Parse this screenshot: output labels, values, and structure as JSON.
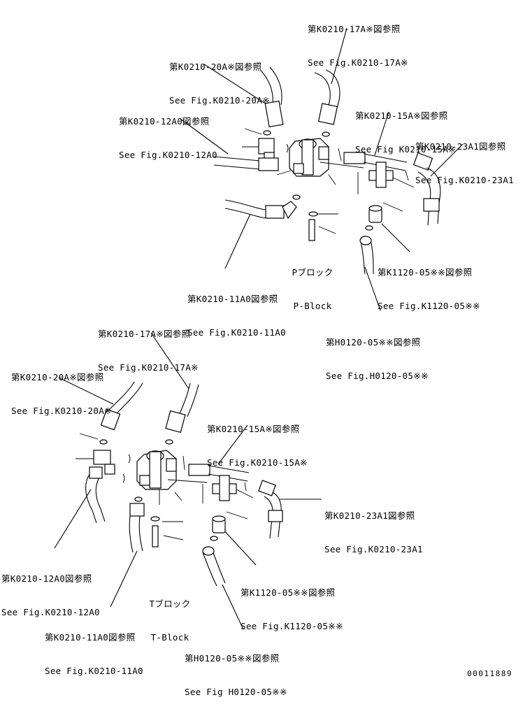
{
  "p_block": {
    "title_jp": "Pブロック",
    "title_en": "P-Block",
    "refs": [
      {
        "id": "k0210-17a",
        "jp": "第K0210-17A※図参照",
        "en": "See Fig.K0210-17A※"
      },
      {
        "id": "k0210-20a",
        "jp": "第K0210-20A※図参照",
        "en": "See Fig.K0210-20A※"
      },
      {
        "id": "k0210-12a0",
        "jp": "第K0210-12A0図参照",
        "en": "See Fig.K0210-12A0"
      },
      {
        "id": "k0210-15a",
        "jp": "第K0210-15A※図参照",
        "en": "See Fig K0210-15A※"
      },
      {
        "id": "k0210-23a1",
        "jp": "第K0210-23A1図参照",
        "en": "See Fig.K0210-23A1"
      },
      {
        "id": "k1120-05",
        "jp": "第K1120-05※※図参照",
        "en": "See Fig.K1120-05※※"
      },
      {
        "id": "k0210-11a0",
        "jp": "第K0210-11A0図参照",
        "en": "See Fig.K0210-11A0"
      },
      {
        "id": "h0120-05",
        "jp": "第H0120-05※※図参照",
        "en": "See Fig.H0120-05※※"
      }
    ]
  },
  "t_block": {
    "title_jp": "Tブロック",
    "title_en": "T-Block",
    "refs": [
      {
        "id": "k0210-17a",
        "jp": "第K0210-17A※図参照",
        "en": "See Fig.K0210-17A※"
      },
      {
        "id": "k0210-20a",
        "jp": "第K0210-20A※図参照",
        "en": "See Fig.K0210-20A※"
      },
      {
        "id": "k0210-15a",
        "jp": "第K0210-15A※図参照",
        "en": "See Fig.K0210-15A※"
      },
      {
        "id": "k0210-23a1",
        "jp": "第K0210-23A1図参照",
        "en": "See Fig.K0210-23A1"
      },
      {
        "id": "k0210-12a0",
        "jp": "第K0210-12A0図参照",
        "en": "See Fig.K0210-12A0"
      },
      {
        "id": "k1120-05",
        "jp": "第K1120-05※※図参照",
        "en": "See Fig.K1120-05※※"
      },
      {
        "id": "k0210-11a0",
        "jp": "第K0210-11A0図参照",
        "en": "See Fig.K0210-11A0"
      },
      {
        "id": "h0120-05",
        "jp": "第H0120-05※※図参照",
        "en": "See Fig H0120-05※※"
      }
    ]
  },
  "drawing_number": "00011889"
}
